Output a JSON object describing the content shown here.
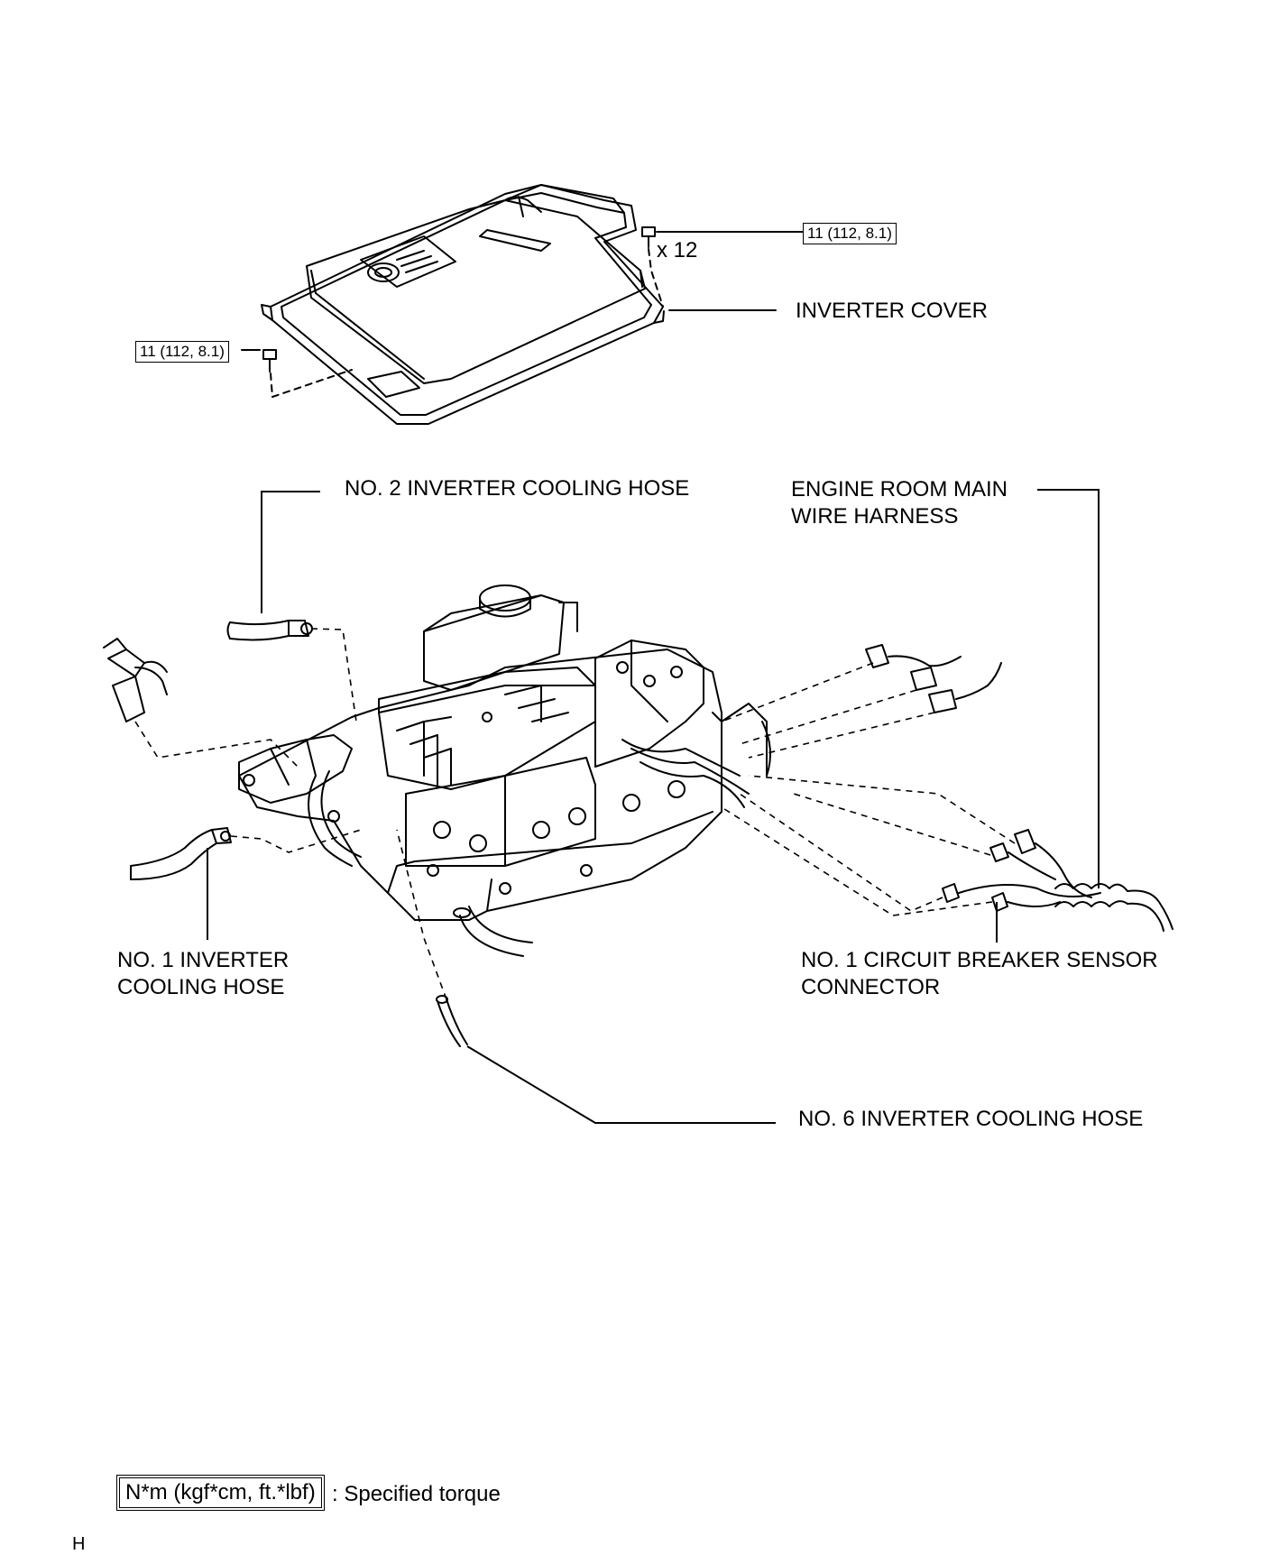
{
  "torque": {
    "cover_bolts": "11 (112, 8.1)",
    "side_bolt": "11 (112, 8.1)",
    "bolt_count": "x 12"
  },
  "labels": {
    "inverter_cover": "INVERTER COVER",
    "no2_hose": "NO. 2 INVERTER COOLING HOSE",
    "wire_harness_1": "ENGINE ROOM MAIN",
    "wire_harness_2": "WIRE HARNESS",
    "no1_hose_1": "NO. 1 INVERTER",
    "no1_hose_2": "COOLING HOSE",
    "breaker_1": "NO. 1 CIRCUIT BREAKER SENSOR",
    "breaker_2": "CONNECTOR",
    "no6_hose": "NO. 6 INVERTER COOLING HOSE"
  },
  "legend": {
    "unit_box": "N*m (kgf*cm, ft.*lbf)",
    "text": ": Specified torque"
  },
  "footer": {
    "code": "H"
  }
}
